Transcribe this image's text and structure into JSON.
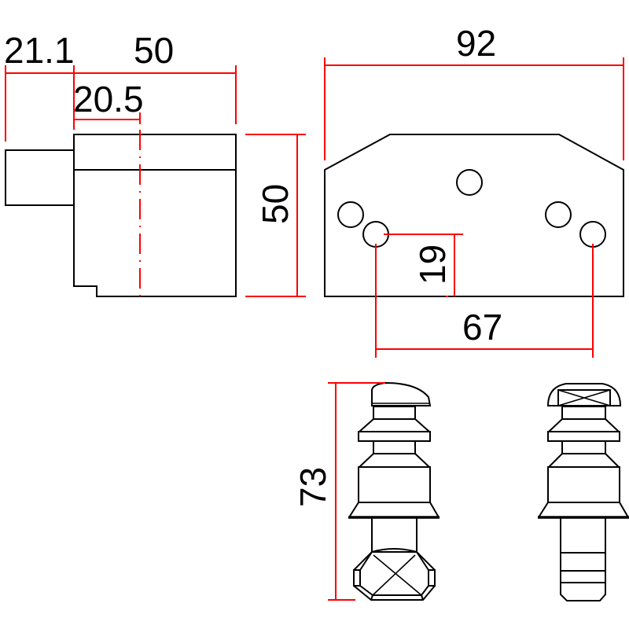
{
  "drawing": {
    "title": "Technical dimension drawing",
    "colors": {
      "outline": "#000000",
      "dimension": "#ff0000",
      "background": "#ffffff"
    }
  },
  "side_view": {
    "dimensions": {
      "stub_length": "21.1",
      "body_width": "50",
      "center_offset": "20.5",
      "body_height": "50"
    }
  },
  "top_view": {
    "dimensions": {
      "overall_width": "92",
      "hole_height": "19",
      "hole_spacing": "67"
    },
    "hole_count": 5
  },
  "fasteners": {
    "dimensions": {
      "overall_height": "73"
    },
    "items": [
      {
        "name": "fastener-with-hex-nut"
      },
      {
        "name": "fastener-with-grooved-shaft"
      }
    ]
  }
}
